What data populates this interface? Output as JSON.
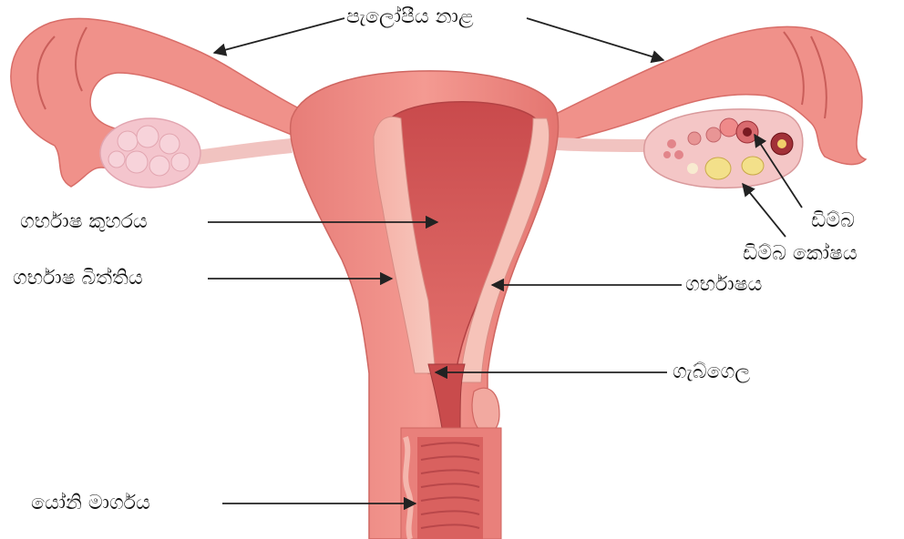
{
  "labels": {
    "fallopian_tube": "පැලෝපීය නාළ",
    "uterine_cavity": "ගර්භාෂ කුහරය",
    "uterine_wall": "ගර්භාෂ බිත්තිය",
    "ovum": "ඩිම්බ",
    "follicle": "ඩිම්බ කෝෂය",
    "uterus": "ගර්භාෂය",
    "cervix": "ගැබ්ගෙල",
    "vagina": "යෝනි මාර්ගය"
  },
  "colors": {
    "tissue": "#f08a84",
    "tissue_dark": "#d95f5c",
    "tissue_light": "#f7b3ab",
    "cavity": "#e2625f",
    "ovary_left": "#f6c7cf",
    "ovary_right": "#f3c3c4",
    "arrow": "#222222"
  }
}
